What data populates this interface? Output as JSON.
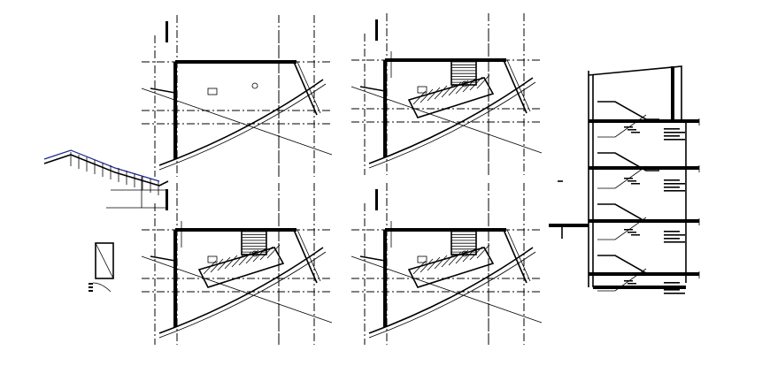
{
  "drawing": {
    "colors": {
      "line": "#000000",
      "background": "#ffffff",
      "accent": "#1a2a8a"
    },
    "views": [
      {
        "id": "plan-1",
        "kind": "floor-plan"
      },
      {
        "id": "plan-2",
        "kind": "floor-plan"
      },
      {
        "id": "plan-3",
        "kind": "floor-plan"
      },
      {
        "id": "plan-4",
        "kind": "floor-plan"
      },
      {
        "id": "section",
        "kind": "stair-section"
      },
      {
        "id": "stair-isometric",
        "kind": "3d-view"
      },
      {
        "id": "door-detail",
        "kind": "detail"
      }
    ]
  }
}
